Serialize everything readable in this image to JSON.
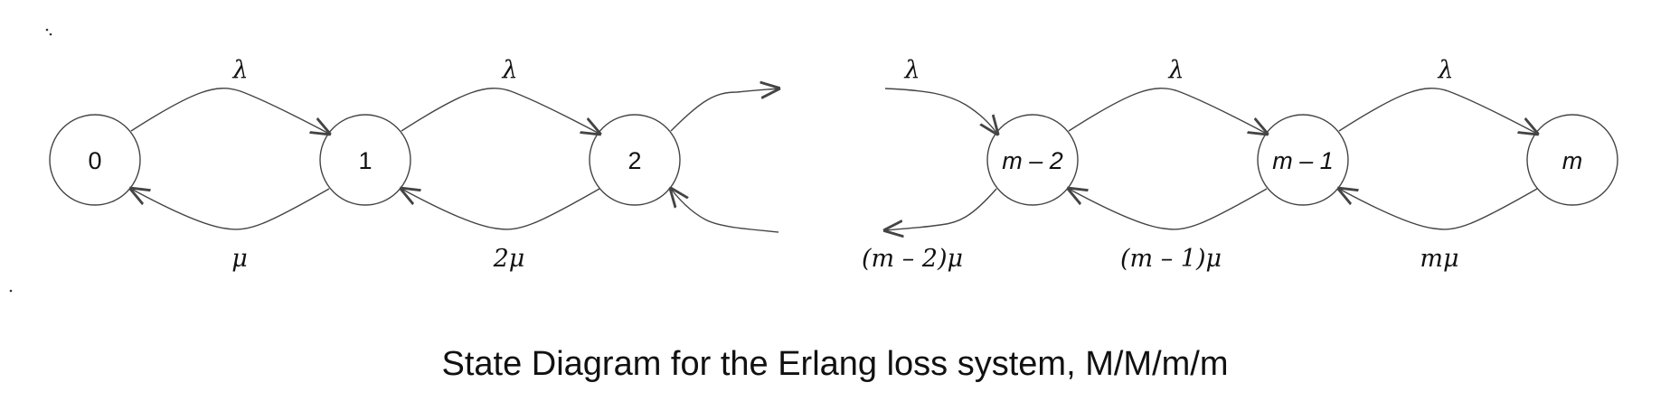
{
  "caption": "State Diagram for the Erlang loss system, M/M/m/m",
  "states": [
    "0",
    "1",
    "2",
    "m – 2",
    "m – 1",
    "m"
  ],
  "arrival_labels": [
    "λ",
    "λ",
    "λ",
    "λ",
    "λ"
  ],
  "service_labels": [
    "μ",
    "2μ",
    "(m – 2)μ",
    "(m – 1)μ",
    "mμ"
  ]
}
